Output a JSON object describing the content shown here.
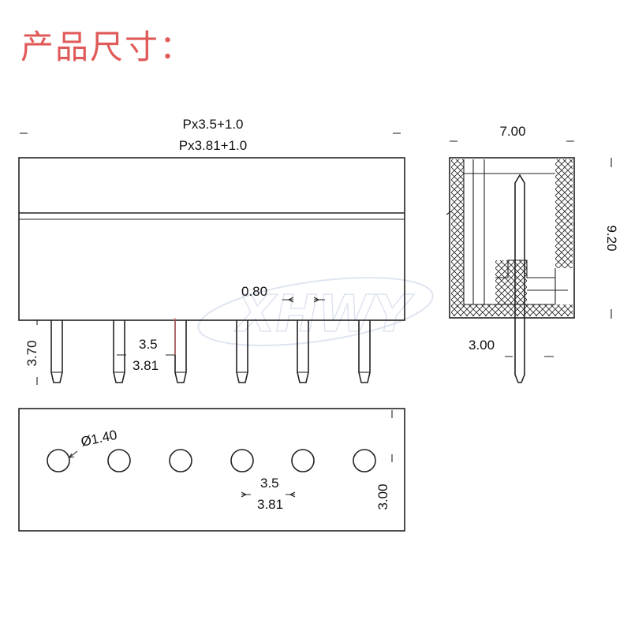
{
  "title": "产品尺寸：",
  "colors": {
    "title": "#e05a5a",
    "line": "#222222",
    "text": "#111111",
    "watermark": "#c9d3e6"
  },
  "watermark": "XHWY",
  "front_view": {
    "pitch_formula_1": "Px3.5+1.0",
    "pitch_formula_2": "Px3.81+1.0",
    "pin_width": "0.80",
    "pin_height": "3.70",
    "pitch_1": "3.5",
    "pitch_2": "3.81",
    "pin_count": 6
  },
  "side_view": {
    "width": "7.00",
    "height": "9.20",
    "pin_offset": "3.00"
  },
  "bottom_view": {
    "hole_diameter": "Ø1.40",
    "pitch_1": "3.5",
    "pitch_2": "3.81",
    "depth": "3.00",
    "hole_count": 6
  }
}
